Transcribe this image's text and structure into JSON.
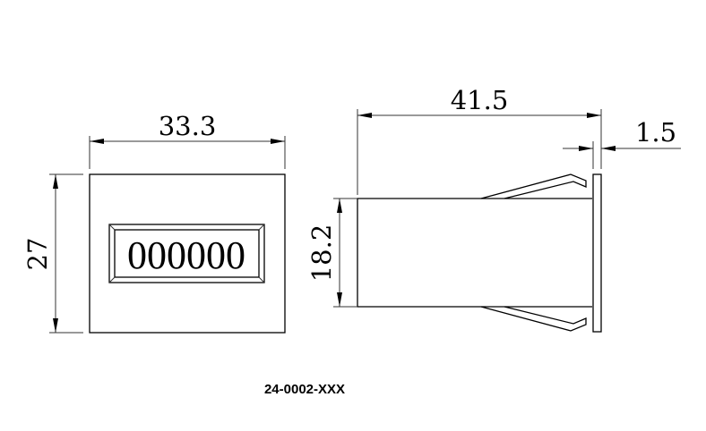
{
  "front_view": {
    "width_dim": "33.3",
    "height_dim": "27",
    "counter_display": "000000"
  },
  "side_view": {
    "length_dim": "41.5",
    "flange_dim": "1.5",
    "body_height_dim": "18.2"
  },
  "part_number": "24-0002-XXX"
}
